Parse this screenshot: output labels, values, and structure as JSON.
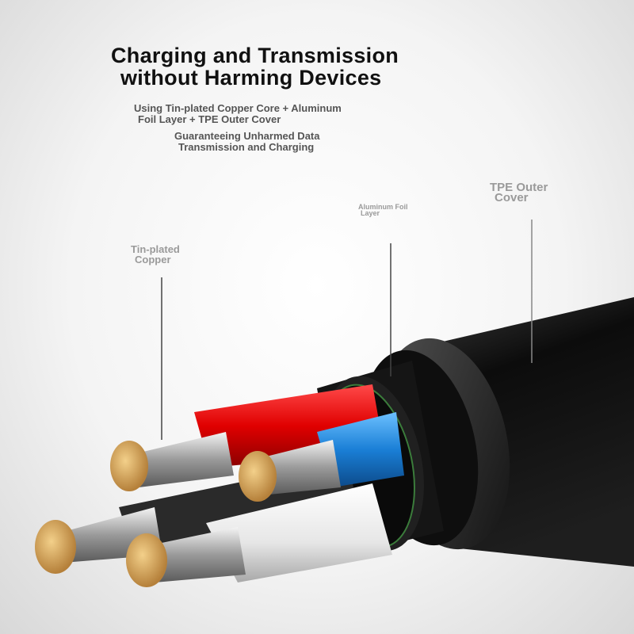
{
  "headline": {
    "line1": "Charging and Transmission",
    "line2": "without Harming Devices"
  },
  "subtitle1": {
    "line1": "Using Tin-plated Copper Core + Aluminum",
    "line2": "Foil Layer + TPE Outer Cover"
  },
  "subtitle2": {
    "line1": "Guaranteeing Unharmed Data",
    "line2": "Transmission and Charging"
  },
  "labels": {
    "copper": {
      "line1": "Tin-plated",
      "line2": "Copper"
    },
    "foil": {
      "line1": "Aluminum Foil",
      "line2": "Layer"
    },
    "tpe": {
      "line1": "TPE Outer",
      "line2": "Cover"
    }
  },
  "colors": {
    "jacket": "#151515",
    "red_wire": "#e01010",
    "blue_wire": "#1a7fd6",
    "white_wire": "#f0f0f0",
    "black_wire": "#2a2a2a",
    "copper": "#d9a85a"
  }
}
